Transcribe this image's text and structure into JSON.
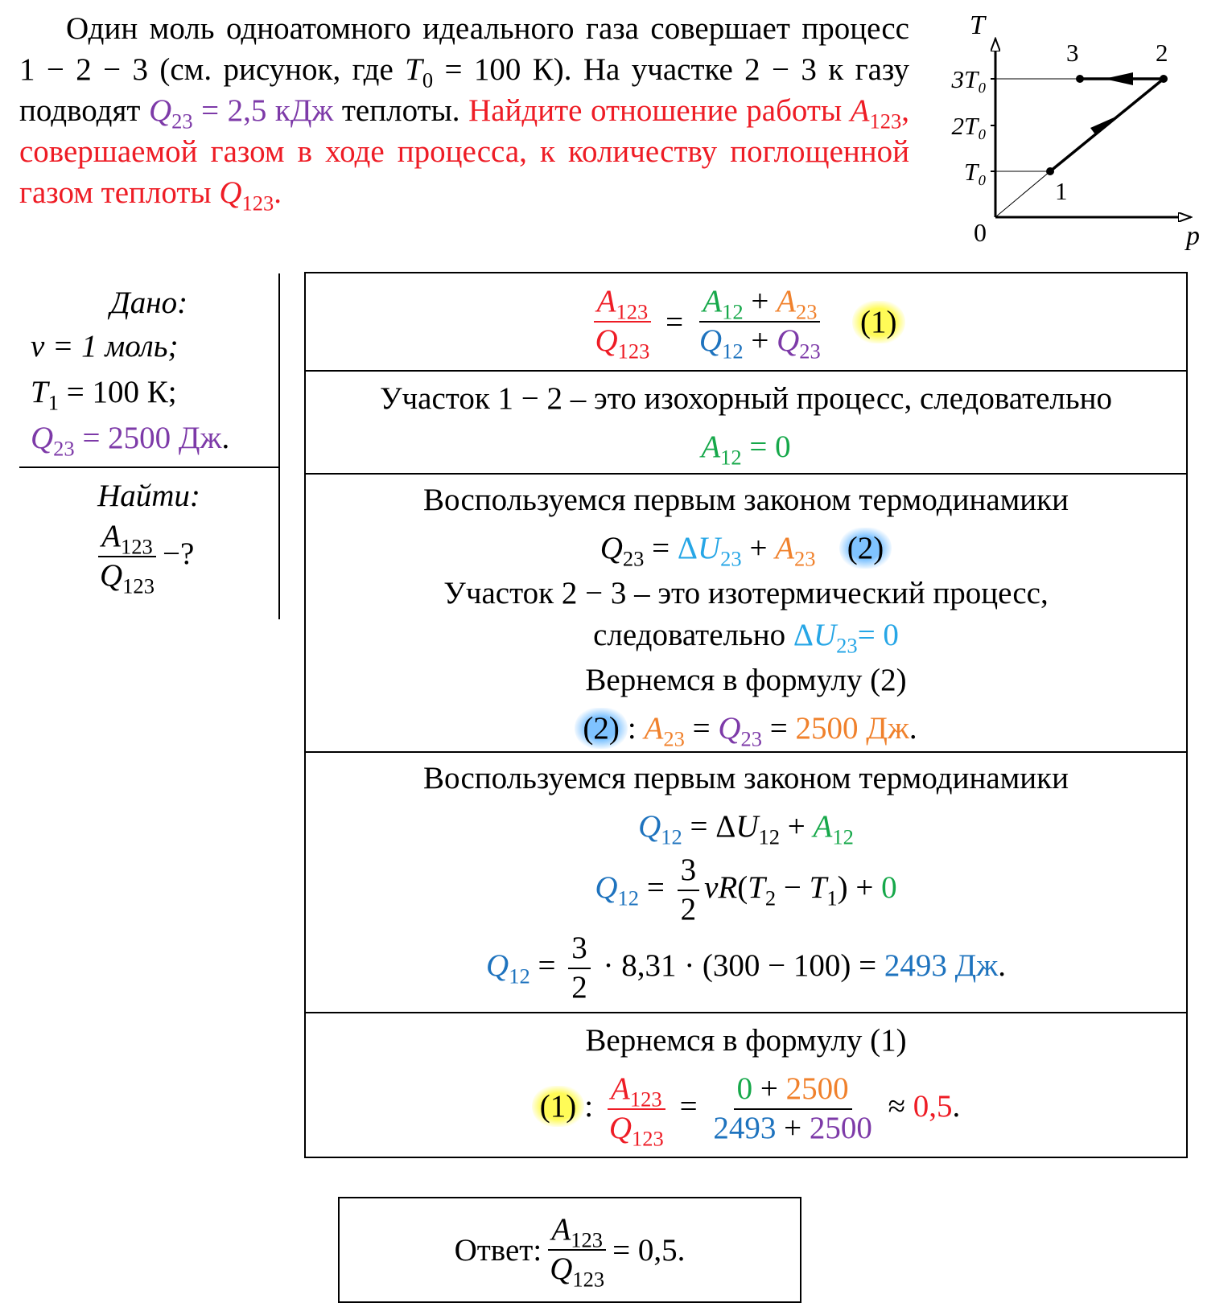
{
  "problem": {
    "part1": "Один моль одноатомного идеального газа совершает процесс 1 − 2 − 3 (см. рисунок, где ",
    "part2": " = 100 К). На участке 2 − 3 к газу подводят ",
    "q23_text": " = 2,5 кДж",
    "part3": " теплоты. ",
    "task": "Найдите отношение работы ",
    "task2": ", совершаемой газом в ходе процесса, к количеству поглощенной газом теплоты ",
    "task_end": "."
  },
  "graph": {
    "y_axis": "T",
    "x_axis": "p",
    "origin": "0",
    "ticks": [
      "3T₀",
      "2T₀",
      "T₀"
    ],
    "points": [
      "1",
      "2",
      "3"
    ]
  },
  "given": {
    "title": "Дано:",
    "nu": "ν = 1 моль;",
    "t1_val": " = 100 К;",
    "q23_val": " = 2500 Дж",
    "dot": ".",
    "find_title": "Найти:",
    "find_suffix": "−?"
  },
  "solution": {
    "eq1_tag": "(1)",
    "s2_text": "Участок 1 − 2 – это изохорный процесс, следовательно",
    "s3_text1": "Воспользуемся первым законом термодинамики",
    "eq2_tag": "(2)",
    "s3_text2": "Участок 2 − 3 – это изотермический процесс,",
    "s3_text3": "следовательно ",
    "s3_text4": "Вернемся в формулу (2)",
    "s3_eq_val": "2500 Дж",
    "s4_text1": "Воспользуемся первым законом термодинамики",
    "s4_calc": " · 8,31 · (300 − 100) = ",
    "s4_result": "2493 Дж",
    "s5_text1": "Вернемся в формулу (1)",
    "s5_num_zero": "0",
    "s5_num_plus": " + ",
    "s5_num_val": "2500",
    "s5_den_a": "2493",
    "s5_den_b": "2500",
    "s5_approx": " ≈ ",
    "s5_result": "0,5"
  },
  "answer": {
    "label": "Ответ: ",
    "value": " = 0,5."
  },
  "colors": {
    "red": "#ee1c25",
    "green": "#16a84a",
    "orange": "#f0812c",
    "blue": "#1e73be",
    "violet": "#7d3aa8",
    "sky": "#26a6e6",
    "yellow_highlight": "#fffb57",
    "blue_highlight": "#7fc3ff"
  }
}
